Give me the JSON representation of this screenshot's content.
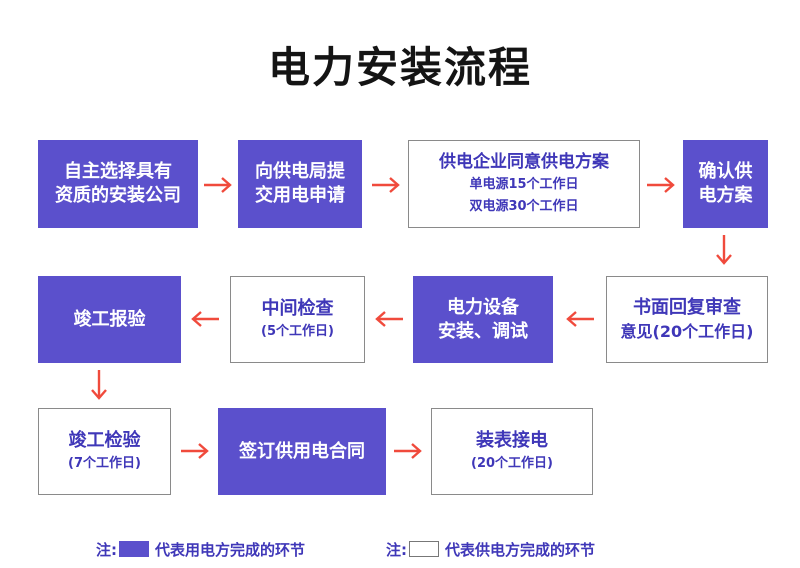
{
  "title": "电力安装流程",
  "steps": {
    "s1": {
      "lines": [
        "自主选择具有",
        "资质的安装公司"
      ]
    },
    "s2": {
      "lines": [
        "向供电局提",
        "交用电申请"
      ]
    },
    "s3": {
      "main": "供电企业同意供电方案",
      "subs": [
        "单电源15个工作日",
        "双电源30个工作日"
      ]
    },
    "s4": {
      "lines": [
        "确认供",
        "电方案"
      ]
    },
    "s5": {
      "main": "书面回复审查",
      "sub": "意见(20个工作日)"
    },
    "s6": {
      "lines": [
        "电力设备",
        "安装、调试"
      ]
    },
    "s7": {
      "main": "中间检查",
      "sub": "(5个工作日)"
    },
    "s8": {
      "main": "竣工报验"
    },
    "s9": {
      "main": "竣工检验",
      "sub": "(7个工作日)"
    },
    "s10": {
      "main": "签订供用电合同"
    },
    "s11": {
      "main": "装表接电",
      "sub": "(20个工作日)"
    }
  },
  "legend": {
    "label": "注:",
    "filled_text": "代表用电方完成的环节",
    "outline_text": "代表供电方完成的环节"
  },
  "colors": {
    "filled": "#5b50cc",
    "outline_text": "#3f37b8",
    "arrow": "#f04a3c",
    "border": "#8a8a8a"
  },
  "icons": {
    "flow_arrow": "red-arrow-icon"
  }
}
